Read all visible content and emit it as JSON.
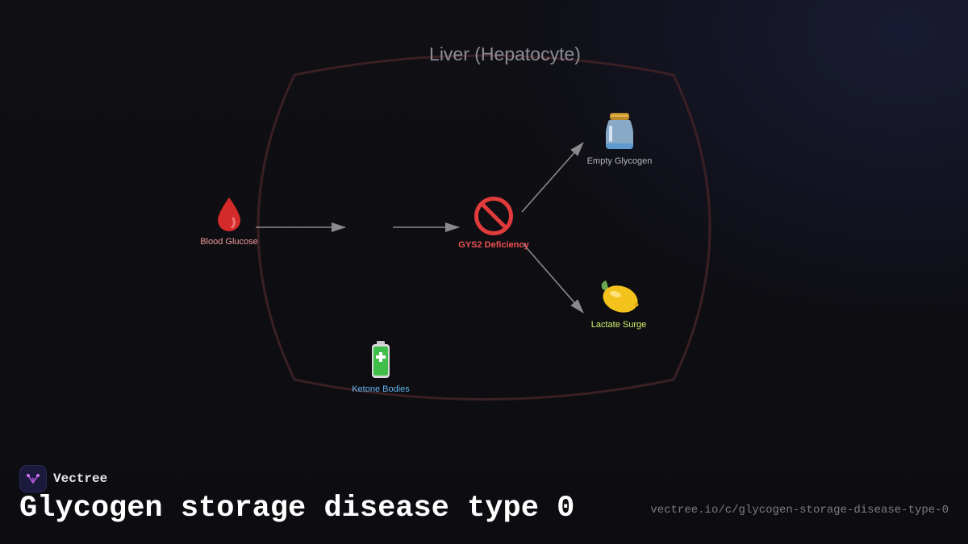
{
  "diagram": {
    "region_label": "Liver (Hepatocyte)",
    "nodes": {
      "blood_glucose": {
        "label": "Blood Glucose",
        "icon": "blood-drop-icon"
      },
      "gys2_deficiency": {
        "label": "GYS2 Deficiency",
        "icon": "prohibited-icon"
      },
      "empty_glycogen": {
        "label": "Empty Glycogen",
        "icon": "jar-icon"
      },
      "lactate_surge": {
        "label": "Lactate Surge",
        "icon": "lemon-icon"
      },
      "ketone_bodies": {
        "label": "Ketone Bodies",
        "icon": "battery-icon"
      }
    },
    "colors": {
      "region_outline": "#3a2024",
      "arrow": "#8a8a8e",
      "blood_glucose_label": "#f19a9a",
      "gys2_label": "#ee5151",
      "empty_glycogen_label": "#b4b4ba",
      "lactate_label": "#d4f070",
      "ketone_label": "#62b4ee"
    }
  },
  "footer": {
    "brand_name": "Vectree",
    "brand_icon": "vectree-logo-icon",
    "title": "Glycogen storage disease type 0",
    "url": "vectree.io/c/glycogen-storage-disease-type-0"
  }
}
